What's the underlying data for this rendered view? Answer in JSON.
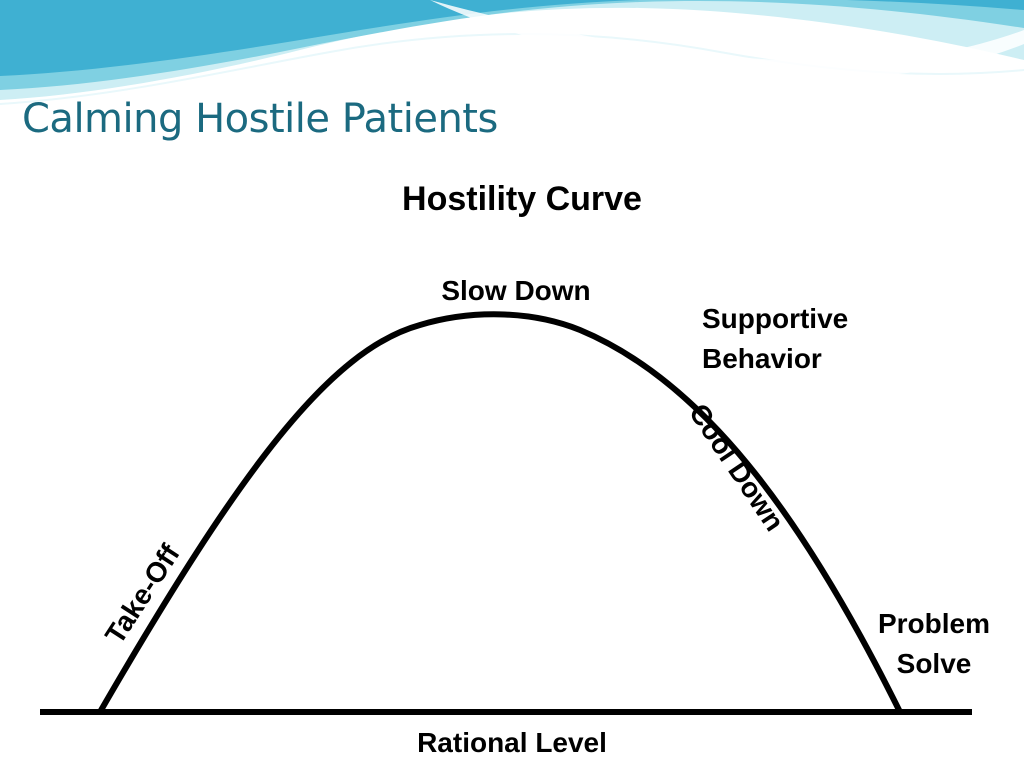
{
  "slide": {
    "title": "Calming Hostile Patients"
  },
  "diagram": {
    "heading": "Hostility Curve",
    "labels": {
      "peak": "Slow Down",
      "supportive_line1": "Supportive",
      "supportive_line2": "Behavior",
      "descent": "Cool Down",
      "ascent": "Take-Off",
      "problem_line1": "Problem",
      "problem_line2": "Solve",
      "baseline": "Rational Level"
    },
    "colors": {
      "title": "#1b6a80",
      "curve": "#000000",
      "wave_light": "#bfe6ee",
      "wave_mid": "#7fcfdf",
      "wave_dark": "#3aaed0"
    }
  }
}
